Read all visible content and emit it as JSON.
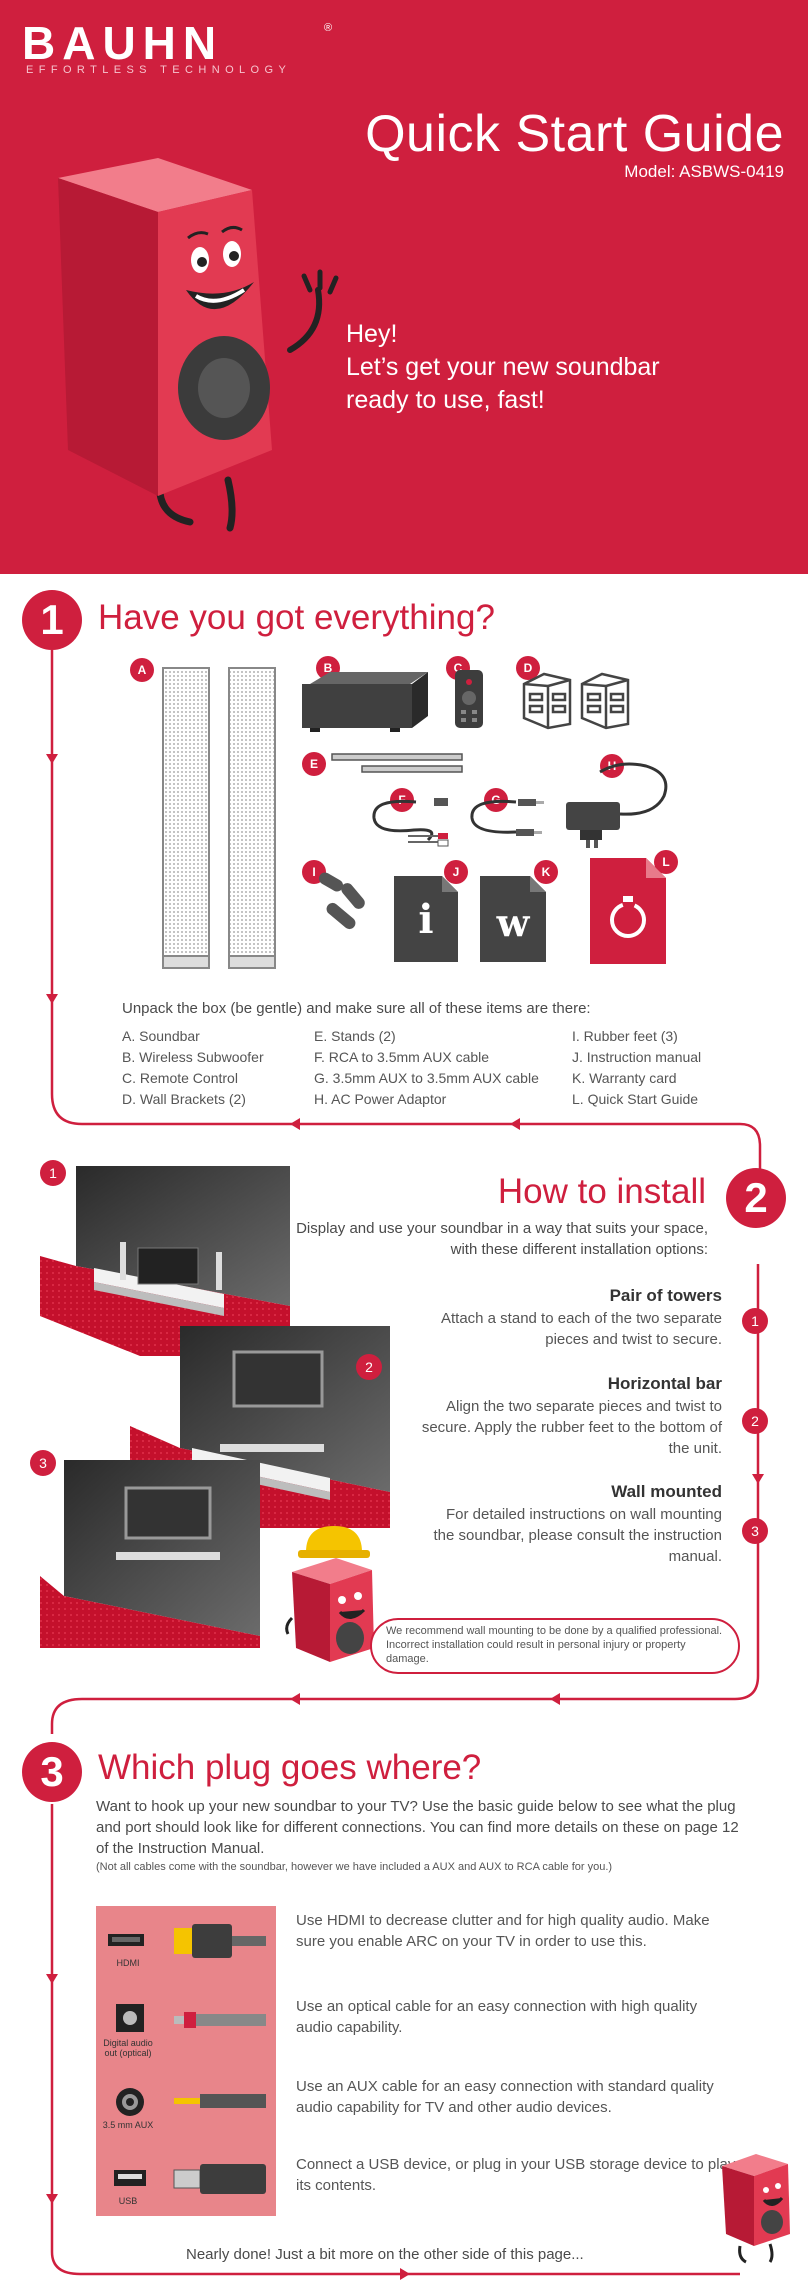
{
  "hero": {
    "brand": "BAUHN",
    "brand_reg": "®",
    "tagline": "EFFORTLESS TECHNOLOGY",
    "title": "Quick Start Guide",
    "model": "Model: ASBWS-0419",
    "greeting": [
      "Hey!",
      "Let’s get your new soundbar",
      "ready to use, fast!"
    ]
  },
  "step1": {
    "number": "1",
    "title": "Have you got everything?",
    "intro": "Unpack the box (be gentle) and make sure all of these items are there:",
    "letters": [
      "A",
      "B",
      "C",
      "D",
      "E",
      "F",
      "G",
      "H",
      "I",
      "J",
      "K",
      "L"
    ],
    "col1": [
      "A. Soundbar",
      "B. Wireless Subwoofer",
      "C. Remote Control",
      "D. Wall Brackets (2)"
    ],
    "col2": [
      "E. Stands (2)",
      "F. RCA to 3.5mm AUX cable",
      "G. 3.5mm AUX to 3.5mm AUX cable",
      "H. AC Power Adaptor"
    ],
    "col3": [
      "I. Rubber feet (3)",
      "J. Instruction manual",
      "K. Warranty card",
      "L. Quick Start Guide"
    ],
    "icon_letters": {
      "manual": "i",
      "warranty": "w"
    }
  },
  "step2": {
    "number": "2",
    "title": "How to install",
    "intro": "Display and use your soundbar in a way that suits your space, with these different installation options:",
    "options": [
      {
        "badge": "1",
        "title": "Pair of towers",
        "desc": "Attach a stand to each of the two separate pieces and twist to secure."
      },
      {
        "badge": "2",
        "title": "Horizontal bar",
        "desc": "Align the two separate pieces and twist to secure. Apply the rubber feet to the bottom of the unit."
      },
      {
        "badge": "3",
        "title": "Wall mounted",
        "desc": "For detailed instructions on wall mounting the soundbar, please consult the instruction manual."
      }
    ],
    "image_badges": [
      "1",
      "2",
      "3"
    ],
    "warning": "We recommend wall mounting to be done by a qualified professional. Incorrect installation could result in personal injury or property damage."
  },
  "step3": {
    "number": "3",
    "title": "Which plug goes where?",
    "intro": "Want to hook up your new soundbar to your TV? Use the basic guide below to see what the plug and port should look like for different connections. You can find more details on these on page 12 of the Instruction Manual.",
    "note": "(Not all cables come with the soundbar, however we have included a AUX and AUX to RCA cable for you.)",
    "ports": [
      {
        "label": "HDMI",
        "desc": "Use HDMI to decrease clutter and for high quality audio. Make sure you enable ARC on your TV in order to use this."
      },
      {
        "label": "Digital audio out (optical)",
        "desc": "Use an optical cable for an easy connection with high quality audio capability."
      },
      {
        "label": "3.5 mm AUX",
        "desc": "Use an AUX cable for an easy connection with standard quality audio capability for TV and other audio devices."
      },
      {
        "label": "USB",
        "desc": "Connect a USB device, or plug in your USB storage device to play its contents."
      }
    ],
    "footer": "Nearly done! Just a bit more on the other side of this page..."
  },
  "colors": {
    "brand_red": "#cf1f3e",
    "dark_grey": "#555555",
    "pink_panel": "#e8858a"
  }
}
